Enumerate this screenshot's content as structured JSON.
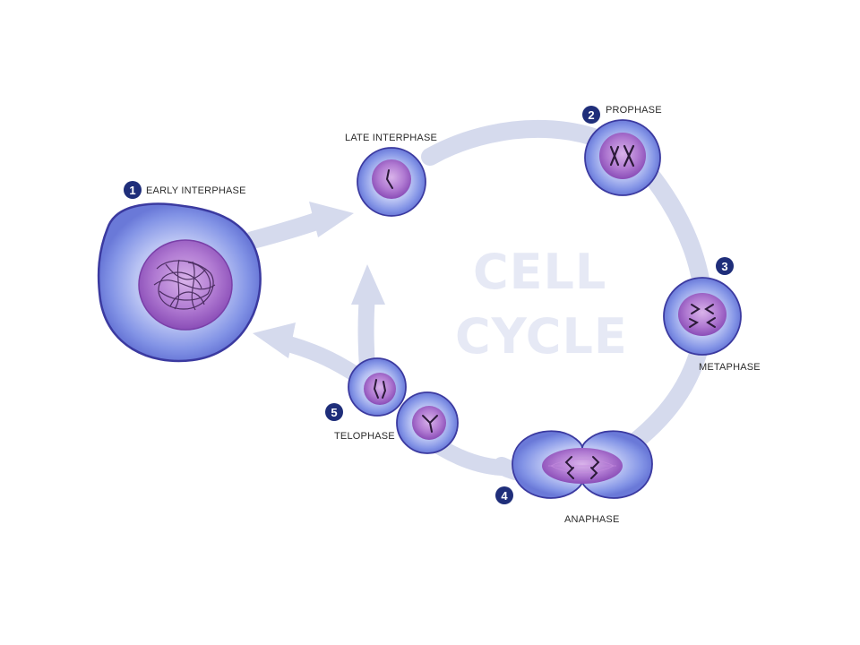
{
  "title": {
    "line1": "CELL",
    "line2": "CYCLE"
  },
  "stages": [
    {
      "number": "1",
      "label": "EARLY INTERPHASE"
    },
    {
      "number": "",
      "label": "LATE INTERPHASE"
    },
    {
      "number": "2",
      "label": "PROPHASE"
    },
    {
      "number": "3",
      "label": "METAPHASE"
    },
    {
      "number": "4",
      "label": "ANAPHASE"
    },
    {
      "number": "5",
      "label": "TELOPHASE"
    }
  ],
  "colors": {
    "cycle_arrow": "#d5daed",
    "cell_outer": "#7d8fe6",
    "cell_edge": "#3b3aa0",
    "nucleus": "#9b5cc4",
    "badge": "#1f2e7a",
    "title": "#e6e9f5"
  }
}
